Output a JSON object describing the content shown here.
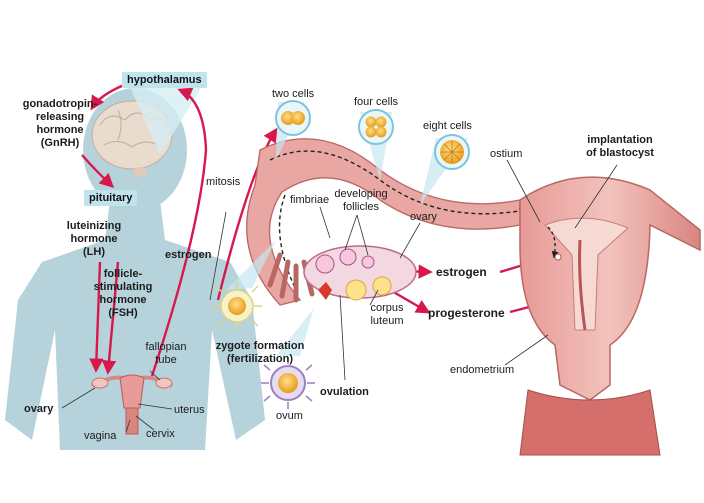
{
  "labels": {
    "hypothalamus": "hypothalamus",
    "gnrh": "gonadotropin-\nreleasing\nhormone\n(GnRH)",
    "pituitary": "pituitary",
    "lh": "luteinizing\nhormone\n(LH)",
    "fsh": "follicle-\nstimulating\nhormone\n(FSH)",
    "estrogen_left": "estrogen",
    "fallopian_tube": "fallopian\ntube",
    "ovary_left": "ovary",
    "uterus": "uterus",
    "vagina": "vagina",
    "cervix": "cervix",
    "mitosis": "mitosis",
    "two_cells": "two cells",
    "four_cells": "four cells",
    "eight_cells": "eight cells",
    "fimbriae": "fimbriae",
    "developing_follicles": "developing\nfollicles",
    "ovary_right": "ovary",
    "ostium": "ostium",
    "implantation": "implantation\nof blastocyst",
    "estrogen_right": "estrogen",
    "progesterone": "progesterone",
    "corpus_luteum": "corpus\nluteum",
    "zygote": "zygote formation\n(fertilization)",
    "ovulation": "ovulation",
    "ovum": "ovum",
    "endometrium": "endometrium"
  },
  "colors": {
    "silhouette": "#b6d3dc",
    "arrow": "#d8174d",
    "tissue": "#e8a7a2",
    "tissue_dark": "#c9726f",
    "callout": "#bfe4ee",
    "cell": "#f3b23a"
  }
}
